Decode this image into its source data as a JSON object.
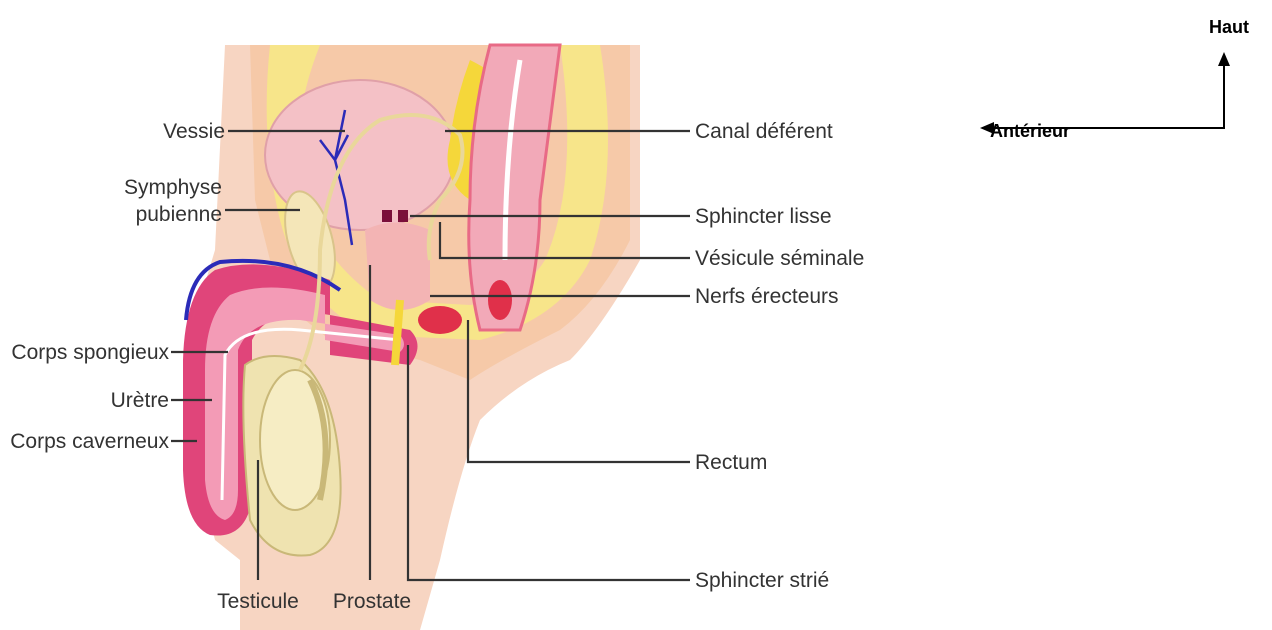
{
  "labels": {
    "vessie": "Vessie",
    "symphyse_line1": "Symphyse",
    "symphyse_line2": "pubienne",
    "corps_spongieux": "Corps spongieux",
    "uretre": "Urètre",
    "corps_caverneux": "Corps caverneux",
    "testicule": "Testicule",
    "prostate": "Prostate",
    "canal_deferent": "Canal déférent",
    "sphincter_lisse": "Sphincter lisse",
    "vesicule_seminale": "Vésicule séminale",
    "nerfs_erecteurs": "Nerfs érecteurs",
    "rectum": "Rectum",
    "sphincter_strie": "Sphincter strié"
  },
  "orientation": {
    "up": "Haut",
    "anterior": "Antérieur"
  },
  "colors": {
    "skin": "#f7d5c2",
    "skin_dark": "#f0bda4",
    "bladder": "#f4c1c6",
    "corpus": "#e0457a",
    "corpus_light": "#f39bb6",
    "testis": "#efe3b0",
    "nerve": "#f7e65a",
    "rectum": "#e86a86",
    "vessel": "#2b2bb8",
    "sphincter": "#7a0f3a"
  }
}
